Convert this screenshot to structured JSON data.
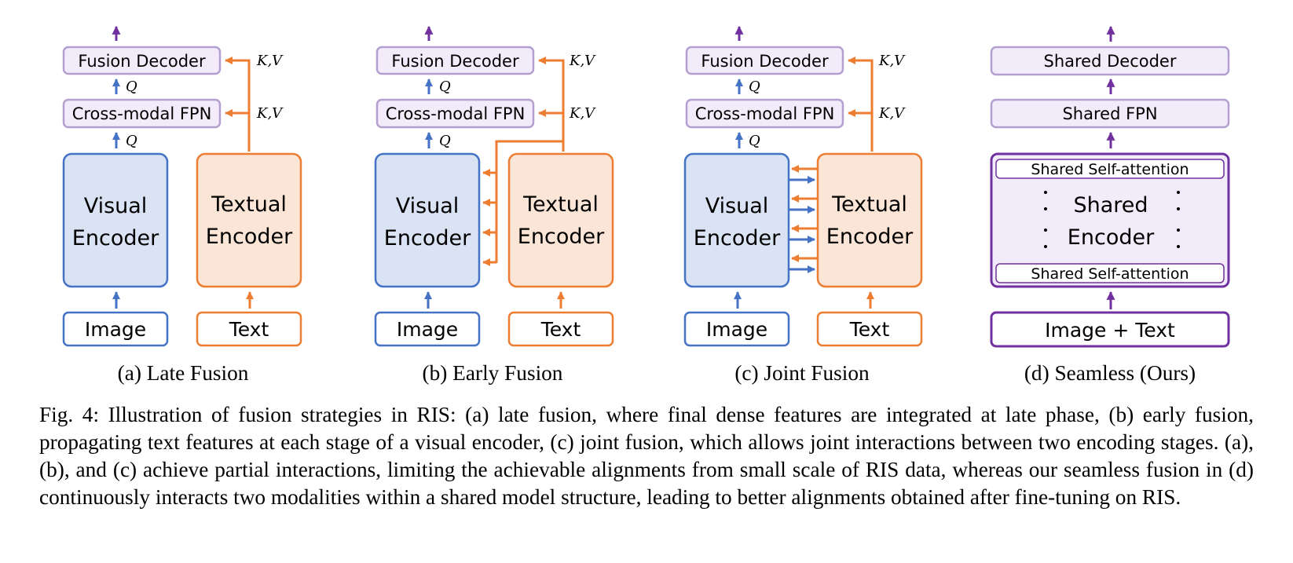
{
  "colors": {
    "blue": "#4472c4",
    "blue_fill": "#dae3f3",
    "orange": "#ed7d31",
    "orange_fill": "#fbe5d6",
    "purple": "#7030a0",
    "purple_light": "#b4a0d0",
    "purple_fill": "#f2ecfa"
  },
  "labels": {
    "fusion_decoder": "Fusion Decoder",
    "cross_modal_fpn": "Cross-modal FPN",
    "visual": "Visual",
    "textual": "Textual",
    "encoder": "Encoder",
    "image": "Image",
    "text": "Text",
    "q": "Q",
    "kv": "K,V",
    "shared_decoder": "Shared Decoder",
    "shared_fpn": "Shared FPN",
    "shared_self_attention": "Shared Self-attention",
    "shared": "Shared",
    "image_text": "Image + Text"
  },
  "subcaptions": {
    "a": "(a) Late Fusion",
    "b": "(b) Early Fusion",
    "c": "(c) Joint Fusion",
    "d": "(d) Seamless (Ours)"
  },
  "caption": "Fig. 4: Illustration of fusion strategies in RIS: (a) late fusion, where final dense features are integrated at late phase, (b) early fusion, propagating text features at each stage of a visual encoder, (c) joint fusion, which allows joint interactions between two encoding stages. (a), (b), and (c) achieve partial interactions, limiting the achievable alignments from small scale of RIS data, whereas our seamless fusion in (d) continuously interacts two modalities within a shared model structure, leading to better alignments obtained after fine-tuning on RIS."
}
